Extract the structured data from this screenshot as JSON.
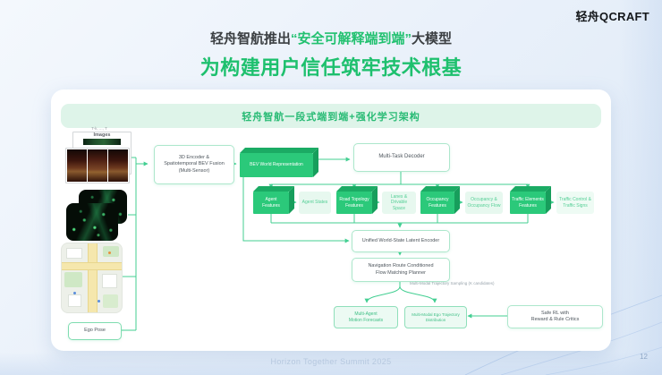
{
  "logo": "轻舟QCRAFT",
  "title": {
    "prefix": "轻舟智航推出",
    "highlight": "“安全可解释端到端”",
    "suffix": "大模型",
    "subtitle": "为构建用户信任筑牢技术根基"
  },
  "banner": "轻舟智航一段式端到端+强化学习架构",
  "inputs": {
    "time_label": "T-k, ..., T",
    "images_label": "Images",
    "ego_pose": "Ego Pose"
  },
  "nodes": {
    "encoder3d": "3D Encoder &\nSpatiotemporal BEV Fusion\n(Multi-Sensor)",
    "bev": "BEV World Representation",
    "decoder": "Multi-Task Decoder",
    "agent_features": "Agent\nFeatures",
    "agent_states": "Agent States",
    "road_topology": "Road Topology Features",
    "lanes": "Lanes & Drivable\nSpace",
    "occupancy_features": "Occupancy\nFeatures",
    "occupancy_flow": "Occupancy &\nOccupancy Flow",
    "traffic_elements": "Traffic Elements\nFeatures",
    "traffic_control": "Traffic Control &\nTraffic Signs",
    "unified": "Unified World-State Latent Encoder",
    "planner": "Navigation Route Conditioned\nFlow Matching Planner",
    "sampling_label": "Multi-Modal Trajectory Sampling (K candidates)",
    "motion_forecasts": "Multi-Agent\nMotion Forecasts",
    "ego_distribution": "Multi-Modal Ego Trajectory Distribution",
    "safe_rl": "Safe RL with\nReward & Rule Critics"
  },
  "footer": {
    "event": "Horizon Together Summit 2025",
    "page": "12"
  },
  "colors": {
    "accent_green": "#1ec06e",
    "box_green": "#2bc97a",
    "light_green_bg": "#def4e9",
    "line_green": "#43cf92"
  }
}
